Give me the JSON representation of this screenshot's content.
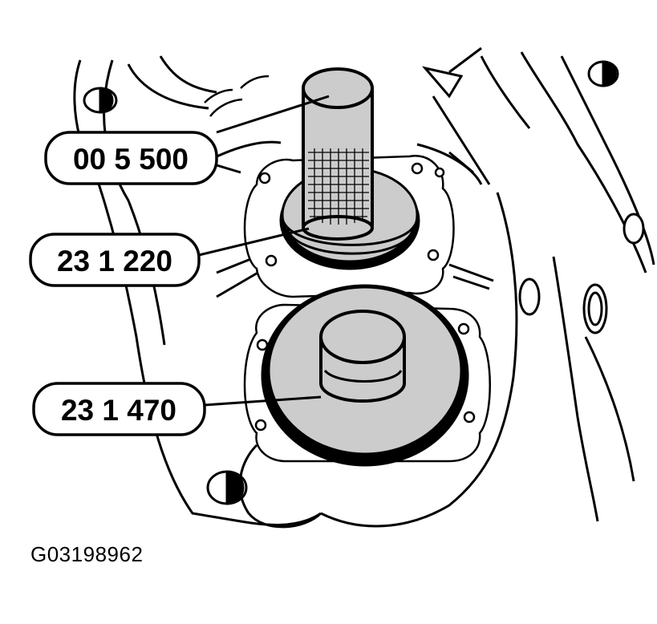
{
  "figure": {
    "id": "G03198962"
  },
  "callouts": [
    {
      "label": "00 5 500",
      "part": "press-tool-handle"
    },
    {
      "label": "23 1 220",
      "part": "upper-installer-disc"
    },
    {
      "label": "23 1 470",
      "part": "lower-installer-disc"
    }
  ],
  "colors": {
    "line": "#000000",
    "fill_gray": "#cccccc",
    "background": "#ffffff"
  }
}
